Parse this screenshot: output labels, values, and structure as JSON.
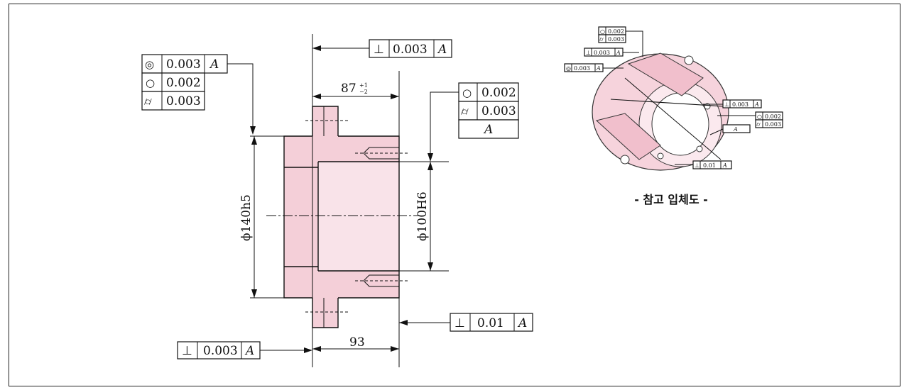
{
  "drawing": {
    "fcf_top": {
      "symbol": "⊥",
      "value": "0.003",
      "datum": "A"
    },
    "fcf_left": {
      "rows": [
        {
          "symbol": "◎",
          "value": "0.003",
          "datum": "A"
        },
        {
          "symbol": "○",
          "value": "0.002"
        },
        {
          "symbol": "⌭",
          "value": "0.003"
        }
      ]
    },
    "fcf_right": {
      "rows": [
        {
          "symbol": "○",
          "value": "0.002"
        },
        {
          "symbol": "⌭",
          "value": "0.003"
        }
      ],
      "datum_label": "A"
    },
    "fcf_bottom_right": {
      "symbol": "⊥",
      "value": "0.01",
      "datum": "A"
    },
    "fcf_bottom_left": {
      "symbol": "⊥",
      "value": "0.003",
      "datum": "A"
    },
    "dim_87": "87",
    "dim_87_upper": "+1",
    "dim_87_lower": "−2",
    "dim_93": "93",
    "dia_140": "ϕ140h5",
    "dia_100": "ϕ100H6"
  },
  "reference": {
    "caption": "- 참고 입체도 -",
    "fcf_a": [
      {
        "symbol": "○",
        "value": "0.002"
      },
      {
        "symbol": "⌭",
        "value": "0.003"
      }
    ],
    "fcf_b": {
      "symbol": "⊥",
      "value": "0.003",
      "datum": "A"
    },
    "fcf_c": {
      "symbol": "◎",
      "value": "0.003",
      "datum": "A"
    },
    "fcf_d": {
      "symbol": "⊥",
      "value": "0.003",
      "datum": "A"
    },
    "fcf_e": [
      {
        "symbol": "○",
        "value": "0.002"
      },
      {
        "symbol": "⌭",
        "value": "0.003"
      }
    ],
    "fcf_f": {
      "datum": "A"
    },
    "fcf_g": {
      "symbol": "⊥",
      "value": "0.01",
      "datum": "A"
    }
  }
}
